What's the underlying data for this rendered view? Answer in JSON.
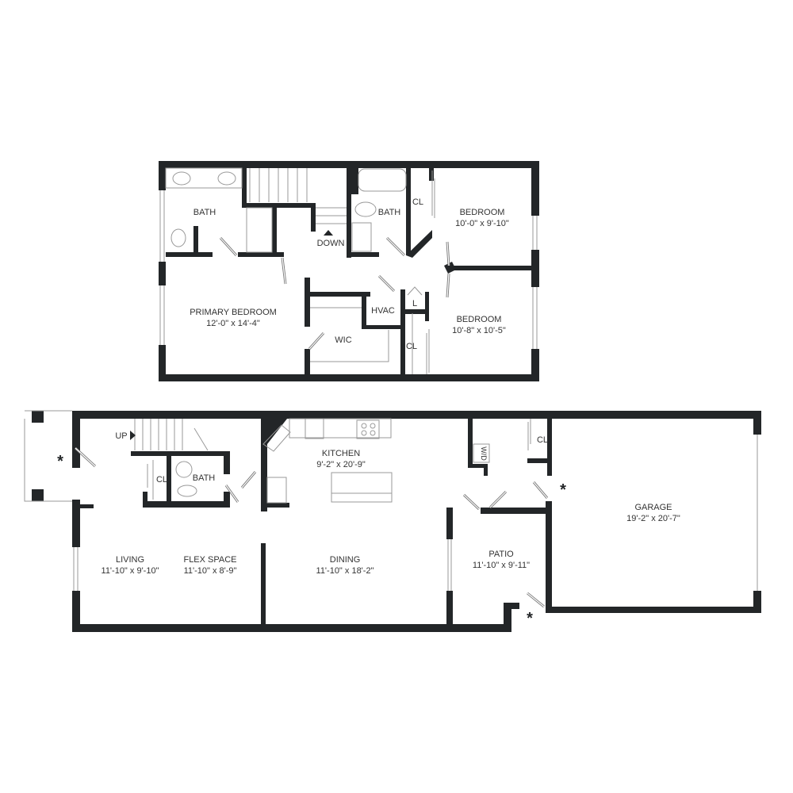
{
  "colors": {
    "wall": "#232628",
    "background": "#ffffff",
    "text": "#333333"
  },
  "upper_floor": {
    "rooms": [
      {
        "name": "BATH"
      },
      {
        "name": "BATH"
      },
      {
        "name": "BEDROOM",
        "size": "10'-0\" x 9'-10\""
      },
      {
        "name": "PRIMARY BEDROOM",
        "size": "12'-0\" x 14'-4\""
      },
      {
        "name": "BEDROOM",
        "size": "10'-8\" x 10'-5\""
      },
      {
        "name": "WIC"
      },
      {
        "name": "HVAC"
      },
      {
        "name": "L"
      },
      {
        "name": "CL"
      },
      {
        "name": "CL"
      }
    ],
    "stairs_label": "DOWN"
  },
  "lower_floor": {
    "rooms": [
      {
        "name": "KITCHEN",
        "size": "9'-2\" x 20'-9\""
      },
      {
        "name": "LIVING",
        "size": "11'-10\" x 9'-10\""
      },
      {
        "name": "FLEX SPACE",
        "size": "11'-10\" x 8'-9\""
      },
      {
        "name": "DINING",
        "size": "11'-10\" x 18'-2\""
      },
      {
        "name": "PATIO",
        "size": "11'-10\" x 9'-11\""
      },
      {
        "name": "GARAGE",
        "size": "19'-2\" x 20'-7\""
      },
      {
        "name": "BATH"
      },
      {
        "name": "CL"
      },
      {
        "name": "CL"
      },
      {
        "name": "W/D"
      }
    ],
    "stairs_label": "UP",
    "entry_marker": "*"
  }
}
